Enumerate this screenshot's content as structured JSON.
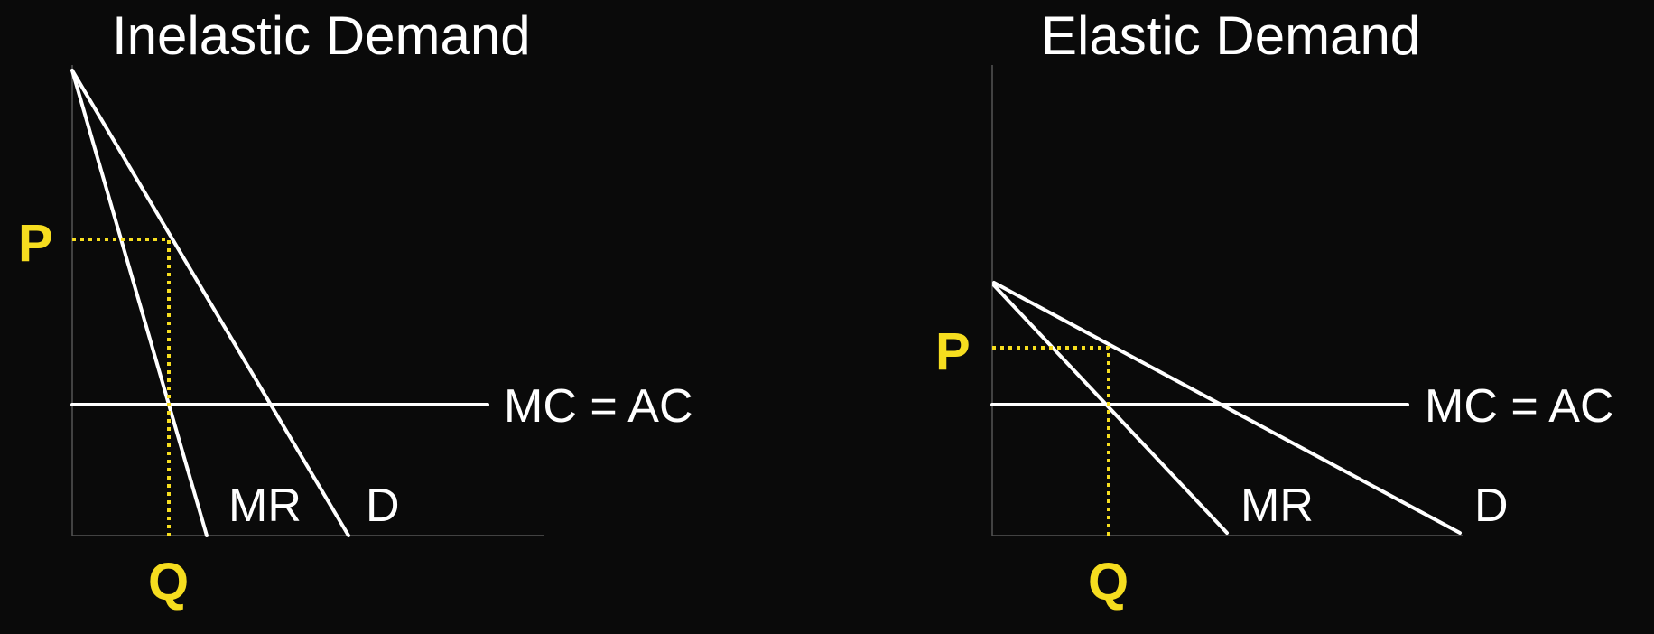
{
  "panels": [
    {
      "title": "Inelastic Demand",
      "cost_label": "MC = AC",
      "mr_label": "MR",
      "demand_label": "D",
      "price_label": "P",
      "quantity_label": "Q"
    },
    {
      "title": "Elastic Demand",
      "cost_label": "MC = AC",
      "mr_label": "MR",
      "demand_label": "D",
      "price_label": "P",
      "quantity_label": "Q"
    }
  ],
  "colors": {
    "background": "#0a0a0a",
    "curves": "#ffffff",
    "highlight": "#f6dd1f"
  }
}
